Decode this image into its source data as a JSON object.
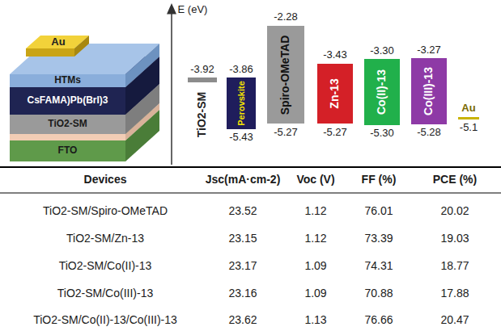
{
  "diagram": {
    "nodes": [
      {
        "text": [
          "Au"
        ]
      },
      {
        "text": [
          "HTMs"
        ]
      },
      {
        "text": [
          "CsFAMA)Pb(BrI)3"
        ]
      },
      {
        "text": [
          "TiO2-SM"
        ]
      },
      {
        "text": [
          "FTO"
        ]
      },
      {
        "text": [
          "TiO2-SM"
        ]
      },
      {
        "text": [
          "Perovskite"
        ]
      },
      {
        "text": [
          "Spiro-OMeTAD"
        ]
      },
      {
        "text": [
          "Zn-13"
        ]
      },
      {
        "text": [
          "Co(II)-13"
        ]
      },
      {
        "text": [
          "Co(III)-13"
        ]
      },
      {
        "text": [
          "Au"
        ]
      }
    ],
    "labels": [
      "E (eV)",
      "-3.92",
      "-3.86",
      "-5.43",
      "-2.28",
      "-5.27",
      "-3.43",
      "-5.27",
      "-3.30",
      "-5.30",
      "-3.27",
      "-5.28",
      "-5.1",
      "Devices",
      "Jsc(mA·cm-2)",
      "Voc (V)",
      "FF (%)",
      "PCE (%)",
      "TiO2-SM/Spiro-OMeTAD",
      "23.52",
      "1.12",
      "76.01",
      "20.02",
      "TiO2-SM/Zn-13",
      "23.15",
      "1.12",
      "73.39",
      "19.03",
      "TiO2-SM/Co(II)-13",
      "23.17",
      "1.09",
      "74.31",
      "18.77",
      "TiO2-SM/Co(III)-13",
      "23.16",
      "1.09",
      "70.88",
      "17.88",
      "TiO2-SM/Co(II)-13/Co(III)-13",
      "23.62",
      "1.13",
      "76.66",
      "20.47"
    ]
  }
}
